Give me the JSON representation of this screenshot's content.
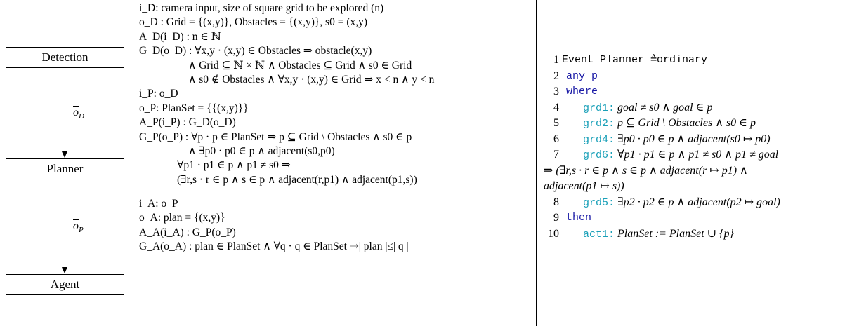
{
  "diagram": {
    "boxes": [
      "Detection",
      "Planner",
      "Agent"
    ],
    "edges": [
      "o_D",
      "o_P"
    ]
  },
  "specs": [
    "i_D: camera input, size of square grid to be explored (n)",
    "o_D : Grid = {(x,y)}, Obstacles = {(x,y)}, s0 = (x,y)",
    "A_D(i_D) : n ∈ ℕ",
    "G_D(o_D) : ∀x,y · (x,y) ∈ Obstacles ⇒ obstacle(x,y)",
    "∧ Grid ⊆ ℕ × ℕ ∧ Obstacles ⊆ Grid ∧ s0 ∈ Grid",
    "∧ s0 ∉ Obstacles ∧ ∀x,y · (x,y) ∈ Grid ⇒ x < n ∧ y < n",
    "i_P: o_D",
    "o_P: PlanSet = {{(x,y)}}",
    "A_P(i_P) : G_D(o_D)",
    "G_P(o_P) : ∀p · p ∈ PlanSet ⇒ p ⊆ Grid \\ Obstacles ∧ s0 ∈ p",
    "∧ ∃p0 · p0 ∈ p ∧ adjacent(s0,p0)",
    "∀p1 · p1 ∈ p ∧ p1 ≠ s0 ⇒",
    "(∃r,s · r ∈ p ∧ s ∈ p ∧ adjacent(r,p1) ∧ adjacent(p1,s))",
    "i_A: o_P",
    "o_A: plan = {(x,y)}",
    "A_A(i_A) : G_P(o_P)",
    "G_A(o_A) : plan ∈ PlanSet ∧ ∀q · q ∈ PlanSet ⇒| plan |≤| q |"
  ],
  "event": {
    "lines": [
      {
        "num": "1",
        "text": "Event Planner ≙ordinary"
      },
      {
        "num": "2",
        "text": "any p"
      },
      {
        "num": "3",
        "text": "where"
      },
      {
        "num": "4",
        "text": "grd1: goal ≠ s0 ∧ goal ∈ p"
      },
      {
        "num": "5",
        "text": "grd2: p ⊆ Grid \\ Obstacles ∧ s0 ∈ p"
      },
      {
        "num": "6",
        "text": "grd4: ∃p0 · p0 ∈ p ∧ adjacent(s0 ↦ p0)"
      },
      {
        "num": "7",
        "text": "grd6: ∀p1 · p1 ∈ p ∧ p1 ≠ s0 ∧ p1 ≠ goal"
      },
      {
        "num": "",
        "text": "⇒ (∃r,s · r ∈ p ∧ s ∈ p ∧ adjacent(r ↦ p1) ∧"
      },
      {
        "num": "",
        "text": "adjacent(p1 ↦ s))"
      },
      {
        "num": "8",
        "text": "grd5: ∃p2 · p2 ∈ p ∧ adjacent(p2 ↦ goal)"
      },
      {
        "num": "9",
        "text": "then"
      },
      {
        "num": "10",
        "text": "act1: PlanSet := PlanSet ∪ {p}"
      }
    ]
  }
}
